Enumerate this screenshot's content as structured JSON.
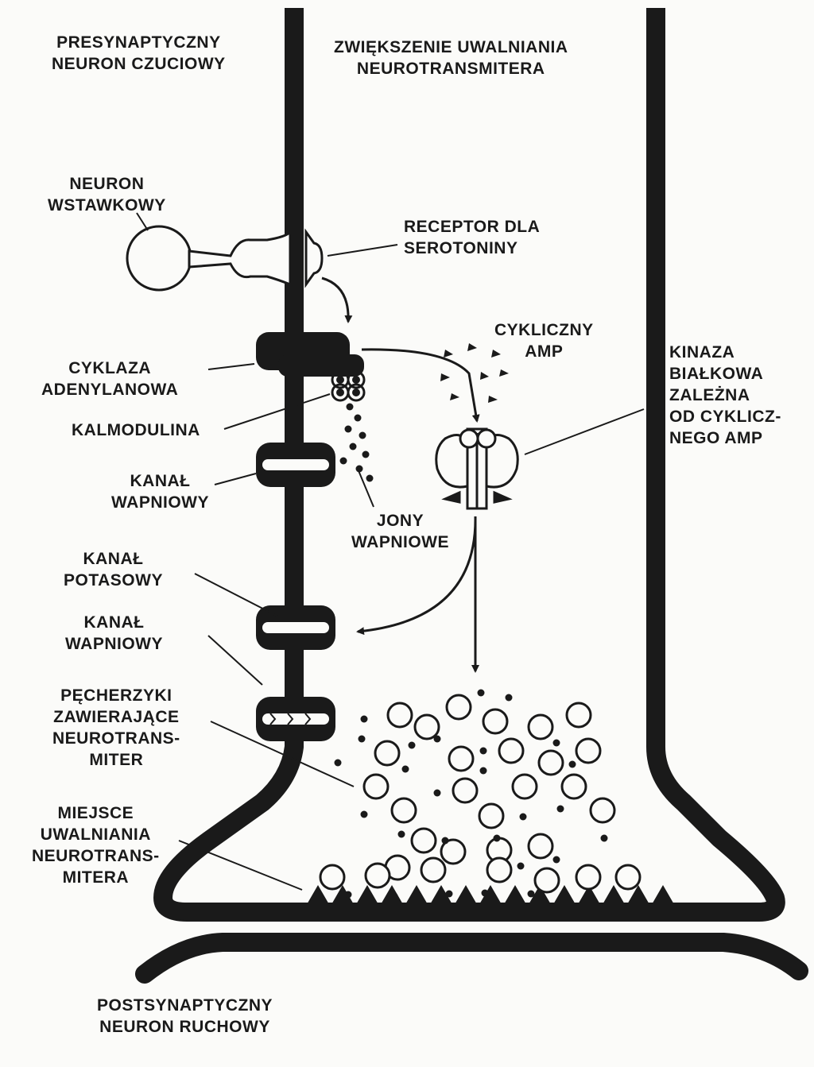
{
  "labels": {
    "presynaptic": [
      "PRESYNAPTYCZNY",
      "NEURON CZUCIOWY"
    ],
    "increase_release": [
      "ZWIĘKSZENIE UWALNIANIA",
      "NEUROTRANSMITERA"
    ],
    "interneuron": [
      "NEURON",
      "WSTAWKOWY"
    ],
    "serotonin_receptor": [
      "RECEPTOR DLA",
      "SEROTONINY"
    ],
    "cyclic_amp": [
      "CYKLICZNY",
      "AMP"
    ],
    "protein_kinase": [
      "KINAZA",
      "BIAŁKOWA",
      "ZALEŻNA",
      "OD CYKLICZ-",
      "NEGO AMP"
    ],
    "adenylate_cyclase": [
      "CYKLAZA",
      "ADENYLANOWA"
    ],
    "calmodulin": [
      "KALMODULINA"
    ],
    "calcium_channel_1": [
      "KANAŁ",
      "WAPNIOWY"
    ],
    "calcium_ions": [
      "JONY",
      "WAPNIOWE"
    ],
    "potassium_channel": [
      "KANAŁ",
      "POTASOWY"
    ],
    "calcium_channel_2": [
      "KANAŁ",
      "WAPNIOWY"
    ],
    "vesicles": [
      "PĘCHERZYKI",
      "ZAWIERAJĄCE",
      "NEUROTRANS-",
      "MITER"
    ],
    "release_site": [
      "MIEJSCE",
      "UWALNIANIA",
      "NEUROTRANS-",
      "MITERA"
    ],
    "postsynaptic": [
      "POSTSYNAPTYCZNY",
      "NEURON RUCHOWY"
    ]
  },
  "colors": {
    "ink": "#1a1a1a",
    "paper": "#fbfbf9"
  }
}
